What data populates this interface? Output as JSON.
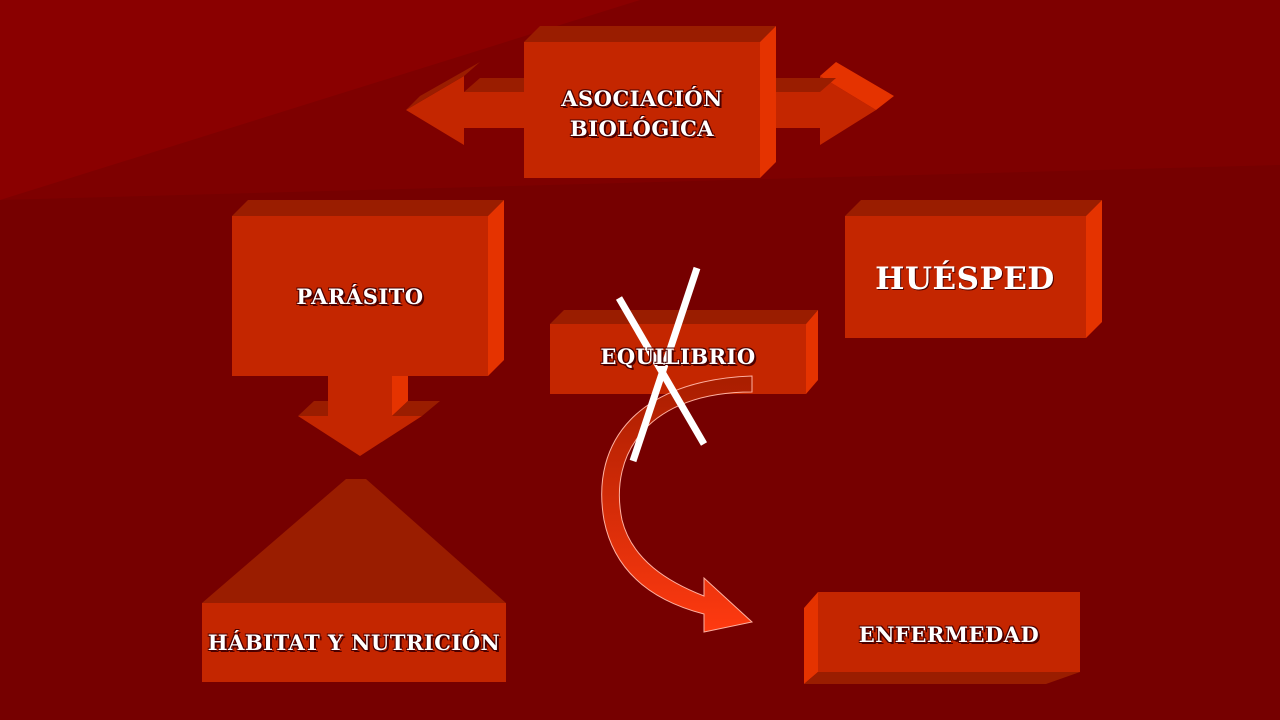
{
  "diagram": {
    "asociacion": "ASOCIACIÓN\nBIOLÓGICA",
    "asociacion_line1": "ASOCIACIÓN",
    "asociacion_line2": "BIOLÓGICA",
    "parasito": "PARÁSITO",
    "huesped": "HUÉSPED",
    "equilibrio": "EQUILIBRIO",
    "habitat": "HÁBITAT Y NUTRICIÓN",
    "enfermedad": "ENFERMEDAD"
  },
  "colors": {
    "background": "#760000",
    "box_face": "#c42600",
    "box_side": "#e53300",
    "box_top": "#9a1d00",
    "arrow_fill": "#ff3300",
    "cross": "#ffffff"
  }
}
